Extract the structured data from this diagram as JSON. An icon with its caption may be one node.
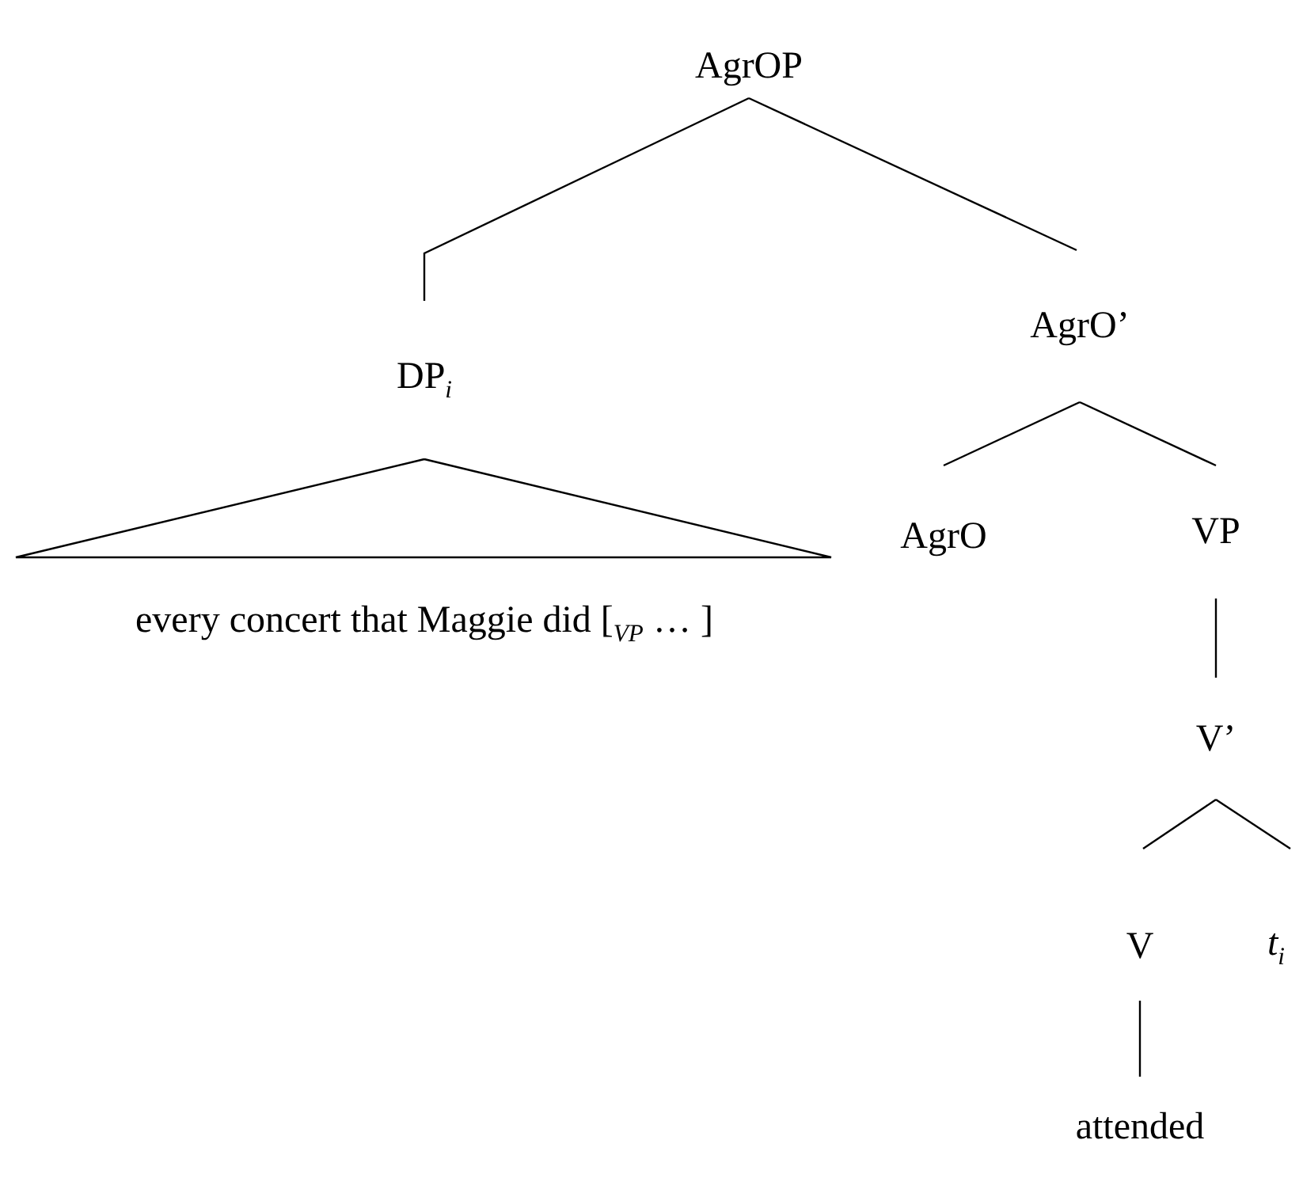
{
  "diagram": {
    "nodes": [
      {
        "text": [
          "AgrOP"
        ]
      },
      {
        "text": [
          "DP$_{i}$"
        ]
      },
      {
        "text": [
          "AgrO’"
        ]
      },
      {
        "text": [
          "every concert that Maggie did [$_{VP}$ … ]"
        ]
      },
      {
        "text": [
          "AgrO"
        ]
      },
      {
        "text": [
          "VP"
        ]
      },
      {
        "text": [
          "V’"
        ]
      },
      {
        "text": [
          "V"
        ]
      },
      {
        "text": [
          "*t*$_{i}$"
        ]
      },
      {
        "text": [
          "attended"
        ]
      }
    ],
    "edges": [
      {
        "from": 0,
        "to": 1,
        "arrow": "none"
      },
      {
        "from": 0,
        "to": 2,
        "arrow": "none"
      },
      {
        "from": 1,
        "to": 3,
        "arrow": "none"
      },
      {
        "from": 2,
        "to": 4,
        "arrow": "none"
      },
      {
        "from": 2,
        "to": 5,
        "arrow": "none"
      },
      {
        "from": 5,
        "to": 6,
        "arrow": "none"
      },
      {
        "from": 6,
        "to": 7,
        "arrow": "none"
      },
      {
        "from": 6,
        "to": 8,
        "arrow": "none"
      },
      {
        "from": 7,
        "to": 9,
        "arrow": "none"
      }
    ]
  }
}
